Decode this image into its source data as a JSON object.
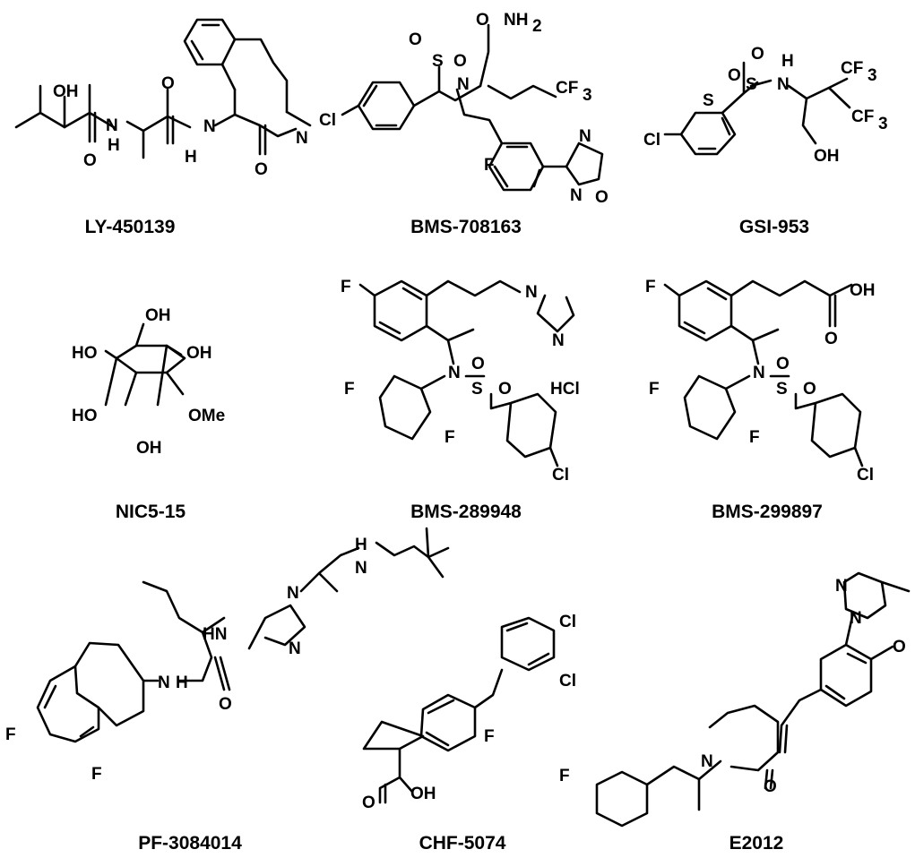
{
  "compounds": [
    {
      "caption": "LY-450139",
      "atom_labels": [
        "OH",
        "N",
        "H",
        "O",
        "O",
        "N",
        "H",
        "O",
        "N"
      ]
    },
    {
      "caption": "BMS-708163",
      "atom_labels": [
        "O",
        "NH",
        "2",
        "O",
        "S",
        "O",
        "N",
        "CF",
        "3",
        "Cl",
        "F",
        "N",
        "N",
        "O"
      ]
    },
    {
      "caption": "GSI-953",
      "atom_labels": [
        "O",
        "H",
        "S",
        "N",
        "O",
        "S",
        "CF",
        "3",
        "CF",
        "3",
        "Cl",
        "OH"
      ]
    },
    {
      "caption": "NIC5-15",
      "atom_labels": [
        "OH",
        "HO",
        "OH",
        "HO",
        "OMe",
        "OH"
      ]
    },
    {
      "caption": "BMS-289948",
      "atom_labels": [
        "F",
        "N",
        "N",
        "N",
        "O",
        "S",
        "O",
        "HCl",
        "F",
        "F",
        "Cl"
      ]
    },
    {
      "caption": "BMS-299897",
      "atom_labels": [
        "F",
        "OH",
        "O",
        "N",
        "O",
        "S",
        "O",
        "F",
        "F",
        "Cl"
      ]
    },
    {
      "caption": "PF-3084014",
      "atom_labels": [
        "H",
        "N",
        "N",
        "HN",
        "N",
        "N",
        "H",
        "O",
        "F",
        "F"
      ]
    },
    {
      "caption": "CHF-5074",
      "atom_labels": [
        "Cl",
        "Cl",
        "F",
        "O",
        "OH"
      ]
    },
    {
      "caption": "E2012",
      "atom_labels": [
        "N",
        "N",
        "O",
        "F",
        "N",
        "O"
      ]
    }
  ]
}
